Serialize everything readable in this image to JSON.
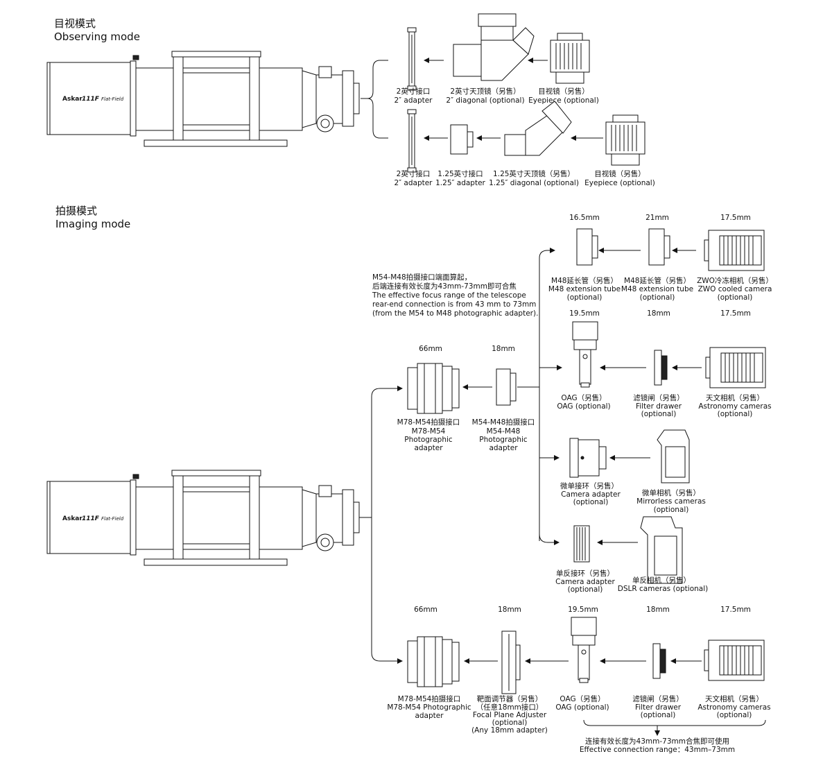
{
  "observing": {
    "title_cn": "目视模式",
    "title_en": "Observing mode",
    "telescope_brand": "Askar",
    "telescope_model": "111F",
    "telescope_sub": "Flat-Field",
    "row1": [
      {
        "cn": "2英寸接口",
        "en": "2″ adapter"
      },
      {
        "cn": "2英寸天顶镜（另售）",
        "en": "2″ diagonal (optional)"
      },
      {
        "cn": "目视镜（另售）",
        "en": "Eyepiece (optional)"
      }
    ],
    "row2": [
      {
        "cn": "2英寸接口",
        "en": "2″ adapter"
      },
      {
        "cn": "1.25英寸接口",
        "en": "1.25″ adapter"
      },
      {
        "cn": "1.25英寸天顶镜（另售）",
        "en": "1.25″ diagonal (optional)"
      },
      {
        "cn": "目视镜（另售）",
        "en": "Eyepiece (optional)"
      }
    ]
  },
  "imaging": {
    "title_cn": "拍摄模式",
    "title_en": "Imaging mode",
    "telescope_brand": "Askar",
    "telescope_model": "111F",
    "telescope_sub": "Flat-Field",
    "note": [
      "M54-M48拍摄接口端面算起，",
      "后端连接有效长度为43mm-73mm即可合焦",
      "The effective focus range of the telescope",
      "rear-end connection is from 43 mm to 73mm",
      "(from the M54 to M48 photographic adapter)."
    ],
    "main_upper": {
      "dim1": "66mm",
      "dim2": "18mm",
      "m78": [
        "M78-M54拍摄接口",
        "M78-M54",
        "Photographic",
        "adapter"
      ],
      "m54": [
        "M54-M48拍摄接口",
        "M54-M48",
        "Photographic",
        "adapter"
      ]
    },
    "branch1": {
      "dims": [
        "16.5mm",
        "21mm",
        "17.5mm"
      ],
      "labels": [
        [
          "M48延长管（另售）",
          "M48 extension tube",
          "(optional)"
        ],
        [
          "M48延长管（另售）",
          "M48 extension tube",
          "(optional)"
        ],
        [
          "ZWO冷冻相机（另售）",
          "ZWO cooled camera",
          "(optional)"
        ]
      ]
    },
    "branch2": {
      "dims": [
        "19.5mm",
        "18mm",
        "17.5mm"
      ],
      "labels": [
        [
          "OAG（另售）",
          "OAG (optional)"
        ],
        [
          "滤镜闸（另售）",
          "Filter drawer",
          "(optional)"
        ],
        [
          "天文相机（另售）",
          "Astronomy cameras",
          "(optional)"
        ]
      ]
    },
    "branch3": {
      "labels": [
        [
          "微单接环（另售）",
          "Camera adapter",
          "(optional)"
        ],
        [
          "微单相机（另售）",
          "Mirrorless cameras",
          "(optional)"
        ]
      ]
    },
    "branch4": {
      "labels": [
        [
          "单反接环（另售）",
          "Camera adapter",
          "(optional)"
        ],
        [
          "单反相机（另售）",
          "DSLR cameras (optional)"
        ]
      ]
    },
    "bottom": {
      "dims": [
        "66mm",
        "18mm",
        "19.5mm",
        "18mm",
        "17.5mm"
      ],
      "labels": [
        [
          "M78-M54拍摄接口",
          "M78-M54 Photographic",
          "adapter"
        ],
        [
          "靶面调节器（另售）",
          "（任意18mm接口）",
          "Focal Plane Adjuster",
          "(optional)",
          "(Any 18mm adapter)"
        ],
        [
          "OAG（另售）",
          "OAG (optional)"
        ],
        [
          "滤镜闸（另售）",
          "Filter drawer",
          "(optional)"
        ],
        [
          "天文相机（另售）",
          "Astronomy cameras",
          "(optional)"
        ]
      ],
      "range_cn": "连接有效长度为43mm-73mm合焦即可使用",
      "range_en": "Effective connection range：43mm–73mm"
    }
  }
}
